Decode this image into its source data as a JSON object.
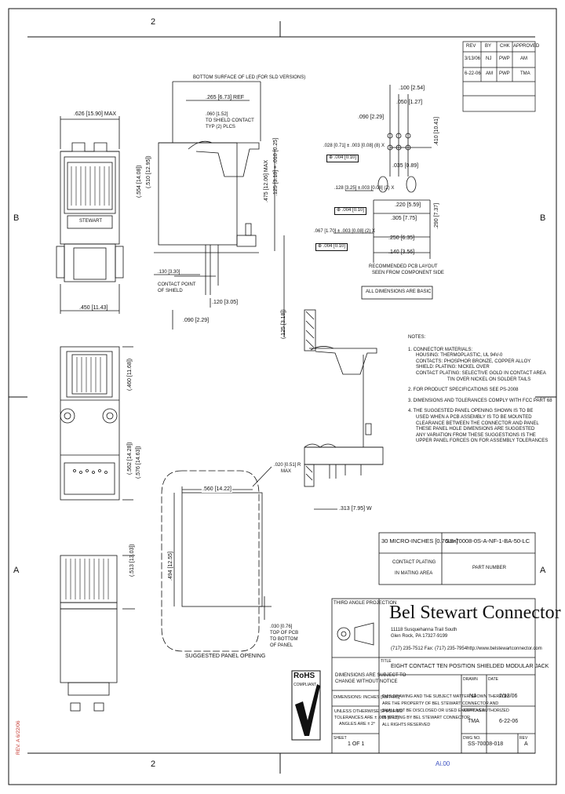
{
  "zones": {
    "top": "2",
    "bottom": "2",
    "left_upper": "B",
    "right_upper": "B",
    "left_lower": "A",
    "right_lower": "A"
  },
  "revision_table": {
    "headers": [
      "REV",
      "BY",
      "CHK",
      "APPROVED"
    ],
    "rows": [
      [
        "3/13/06",
        "NJ",
        "PWP",
        "AM"
      ],
      [
        "6-22-06",
        "AM",
        "PWP",
        "TMA"
      ]
    ]
  },
  "views": {
    "front": {
      "top_dim": ".626 [15.90] MAX",
      "label": "STEWART",
      "bottom_dim": ".450 [11.43]"
    },
    "side": {
      "top_label": "BOTTOM SURFACE OF LED (FOR SLD VERSIONS)",
      "dim_a": ".265 [6.73] REF",
      "dim_b": ".060 [1.52]",
      "dim_c": "TO SHIELD CONTACT",
      "dim_d": "TYP (2) PLCS",
      "vert_1": "(.554 [14.08])",
      "vert_2": "(.510 [12.95])",
      "vert_3": ".475 [12.06] MAX",
      "vert_4": ".125 [3.18] + .010 [0.25]",
      "left_dim": ".130 [3.30]",
      "left_dim2": "CONTACT POINT",
      "left_dim3": "OF SHIELD",
      "bottom_dim": ".120 [3.05]",
      "bottom_dim2": ".090 [2.29]",
      "right_vert": "(.125 [3.18])"
    },
    "footprint": {
      "dim_1": ".100 [2.54]",
      "dim_2": ".050 [1.27]",
      "dim_3": ".090 [2.29]",
      "dim_4": ".035 [0.89]",
      "hole_1": ".028 [0.71] ± .003 [0.08] (8) X",
      "tol_1": "⊕ .004 [0.10]",
      "hole_2": ".128 [3.25] ±.003 [0.08] (2) X",
      "tol_2": "⊕ .004 [0.10]",
      "hole_3": ".067 [1.70] ± .003 [0.08] (2) X",
      "tol_3": "⊕ .004 [0.10]",
      "dim_5": ".220 [5.59]",
      "dim_6": ".305 [7.75]",
      "dim_7": ".250 [6.35]",
      "dim_8": ".140 [3.56]",
      "dim_9": ".410 [10.41]",
      "dim_10": ".290 [7.37]",
      "caption_1": "RECOMMENDED PCB LAYOUT",
      "caption_2": "SEEN FROM COMPONENT SIDE",
      "caption_3": "ALL DIMENSIONS ARE BASIC"
    },
    "bottom_side": {
      "vert_1": "(.460 [11.68])",
      "vert_2": "(.562 [14.28])",
      "vert_3": "(.576 [14.63])"
    },
    "rear": {
      "vert": "(.513 [13.03])"
    },
    "panel": {
      "r_label": ".020 [0.51] R",
      "r_label2": "MAX",
      "width": ".560 [14.22]",
      "height": ".494 [12.55]",
      "bottom_1": ".030 [0.76]",
      "bottom_2": "TOP OF PCB",
      "bottom_3": "TO BOTTOM",
      "bottom_4": "OF PANEL",
      "caption": "SUGGESTED PANEL OPENING",
      "right_dim": ".313 [7.95] W"
    }
  },
  "notes": {
    "title": "NOTES:",
    "lines": [
      "1. CONNECTOR MATERIALS:",
      "HOUSING: THERMOPLASTIC, UL 94V-0",
      "CONTACTS: PHOSPHOR BRONZE, COPPER ALLOY",
      "SHIELD: PLATING: NICKEL OVER",
      "CONTACT PLATING: SELECTIVE GOLD IN CONTACT AREA",
      "TIN OVER NICKEL ON SOLDER TAILS",
      "",
      "2. FOR PRODUCT SPECIFICATIONS SEE PS-2008",
      "",
      "3. DIMENSIONS AND TOLERANCES COMPLY WITH FCC PART 68",
      "",
      "4. THE SUGGESTED PANEL OPENING SHOWN IS TO BE",
      "USED WHEN A PCB ASSEMBLY IS TO BE MOUNTED",
      "CLEARANCE BETWEEN THE CONNECTOR AND PANEL",
      "THESE PANEL HOLE DIMENSIONS ARE SUGGESTED",
      "ANY VARIATION FROM THESE SUGGESTIONS IS THE",
      "UPPER PANEL FORCES ON FOR ASSEMBLY TOLERANCES"
    ]
  },
  "part_box": {
    "plating": "30 MICRO-INCHES [0.76um]",
    "part_number": "SS-70008-0S-A-NF-1-BA-50-LC",
    "left_label_1": "CONTACT PLATING",
    "left_label_2": "IN MATING AREA",
    "right_label": "PART NUMBER"
  },
  "title_block": {
    "projection": "THIRD ANGLE PROJECTION",
    "company": "Bel Stewart Connector",
    "addr_1": "11118 Susquehanna Trail South",
    "addr_2": "Glen Rock, PA  17327-9199",
    "addr_3": "(717) 235-7512  Fax: (717) 235-7954",
    "web": "http://www.belstewartconnector.com",
    "title_label": "TITLE",
    "title": "EIGHT CONTACT TEN POSITION SHIELDED MODULAR JACK",
    "rohs": "RoHS",
    "rohs_sub": "COMPLIANT",
    "dims_note_1": "DIMENSIONS ARE SUBJECT TO",
    "dims_note_2": "CHANGE WITHOUT NOTICE",
    "units_label": "DIMENSIONS: INCHES [METRIC]",
    "tol_1": "UNLESS OTHERWISE SPECIFIED",
    "tol_2": "TOLERANCES ARE ± .005 [0.13]",
    "tol_3": "ANGLES ARE ± 2°",
    "prop_1": "THIS DRAWING AND THE SUBJECT MATTER SHOWN THEREON",
    "prop_2": "ARE THE PROPERTY OF BEL STEWART CONNECTOR AND",
    "prop_3": "SHALL NOT BE DISCLOSED OR USED EXCEPT AS AUTHORIZED",
    "prop_4": "IN WRITING BY BEL STEWART CONNECTOR",
    "prop_5": "ALL RIGHTS RESERVED",
    "drawn_label": "DRAWN",
    "drawn": "NJ",
    "date_label": "DATE",
    "date": "2/13/06",
    "approved_label": "APPROVED",
    "approved": "TMA",
    "approved_date": "6-22-06",
    "sheet_label": "SHEET",
    "sheet": "1 OF 1",
    "dwg_label": "DWG NO.",
    "dwg": "SS-70008-018",
    "rev_label": "REV",
    "rev": "A"
  },
  "margin_note": "REV. A 6/22/06",
  "footer_stamp": "Ai.00"
}
